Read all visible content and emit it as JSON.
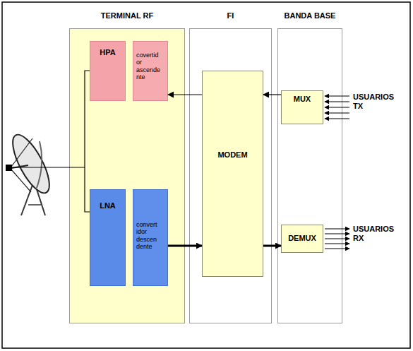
{
  "diagram": {
    "nodes": [
      {
        "text": [
          "TERMINAL RF"
        ]
      },
      {
        "text": [
          "HPA"
        ],
        "in": 0
      },
      {
        "text": [
          "covertid or ascende nte"
        ],
        "in": 0
      },
      {
        "text": [
          "LNA"
        ],
        "in": 0
      },
      {
        "text": [
          "convert idor descen dente"
        ],
        "in": 0
      },
      {
        "text": [
          "FI"
        ]
      },
      {
        "text": [
          "MODEM"
        ],
        "in": 5
      },
      {
        "text": [
          "BANDA BASE"
        ]
      },
      {
        "text": [
          "MUX"
        ],
        "in": 7
      },
      {
        "text": [
          "DEMUX"
        ],
        "in": 7
      }
    ],
    "edges": [
      {
        "from": 8,
        "to": 6,
        "arrow": "to"
      },
      {
        "from": 6,
        "to": 2,
        "arrow": "to"
      },
      {
        "from": 1,
        "to": 3,
        "arrow": "none"
      },
      {
        "from": 4,
        "to": 6,
        "arrow": "to"
      },
      {
        "from": 6,
        "to": 9,
        "arrow": "to"
      }
    ],
    "labels": [
      "USUARIOS TX",
      "USUARIOS RX"
    ]
  }
}
